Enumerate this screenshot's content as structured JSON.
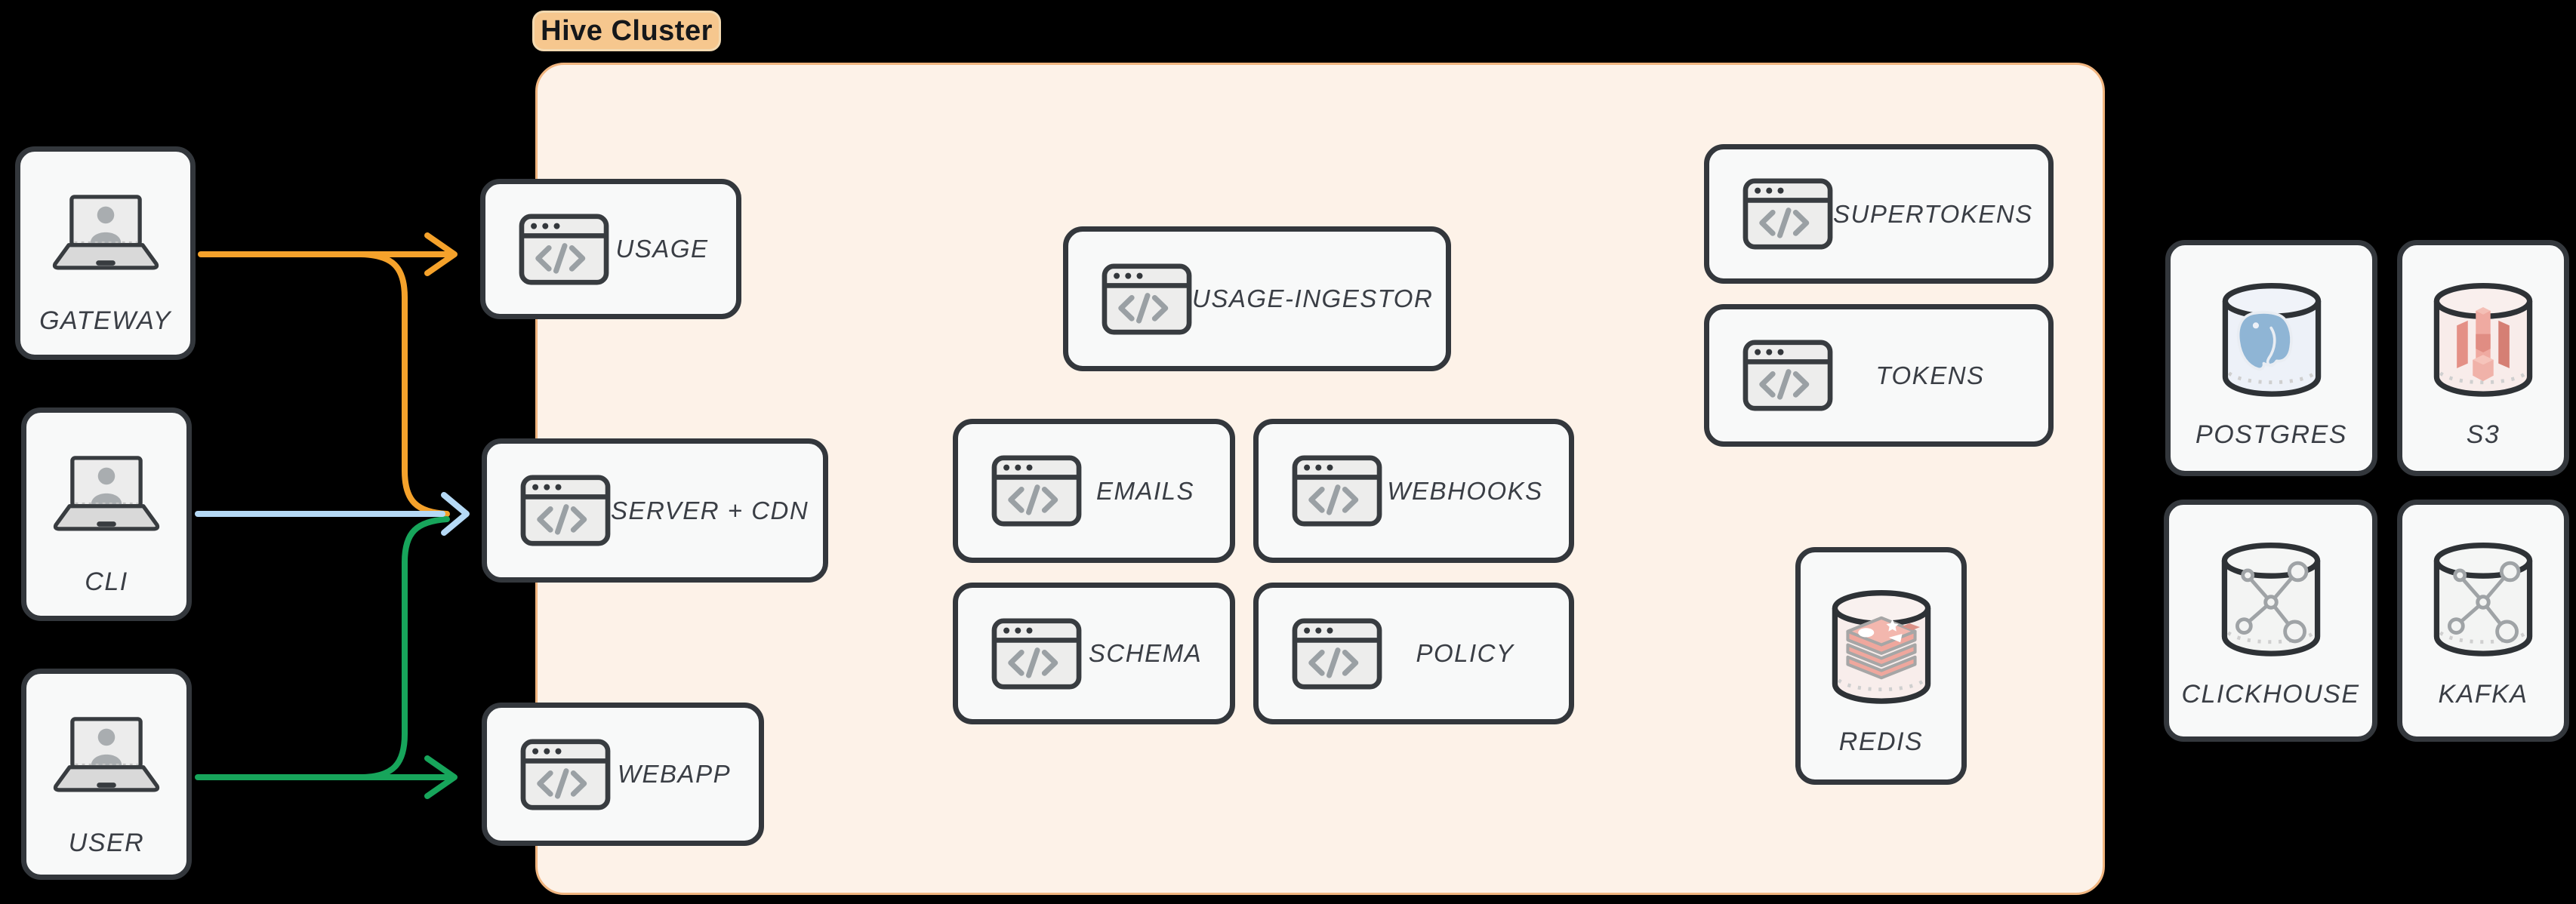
{
  "cluster": {
    "label": "Hive Cluster"
  },
  "actors": {
    "gateway": {
      "label": "GATEWAY",
      "icon": "laptop-user-icon"
    },
    "cli": {
      "label": "CLI",
      "icon": "laptop-user-icon"
    },
    "user": {
      "label": "USER",
      "icon": "laptop-user-icon"
    }
  },
  "services": {
    "usage": {
      "label": "USAGE",
      "icon": "code-window-icon"
    },
    "server_cdn": {
      "label": "SERVER + CDN",
      "icon": "code-window-icon"
    },
    "webapp": {
      "label": "WEBAPP",
      "icon": "code-window-icon"
    },
    "usage_ingestor": {
      "label": "USAGE-INGESTOR",
      "icon": "code-window-icon"
    },
    "emails": {
      "label": "EMAILS",
      "icon": "code-window-icon"
    },
    "webhooks": {
      "label": "WEBHOOKS",
      "icon": "code-window-icon"
    },
    "schema": {
      "label": "SCHEMA",
      "icon": "code-window-icon"
    },
    "policy": {
      "label": "POLICY",
      "icon": "code-window-icon"
    },
    "supertokens": {
      "label": "SUPERTOKENS",
      "icon": "code-window-icon"
    },
    "tokens": {
      "label": "TOKENS",
      "icon": "code-window-icon"
    }
  },
  "databases": {
    "redis": {
      "label": "REDIS",
      "icon": "redis-database-icon"
    },
    "postgres": {
      "label": "POSTGRES",
      "icon": "postgres-database-icon"
    },
    "s3": {
      "label": "S3",
      "icon": "s3-database-icon"
    },
    "clickhouse": {
      "label": "CLICKHOUSE",
      "icon": "clickhouse-database-icon"
    },
    "kafka": {
      "label": "KAFKA",
      "icon": "kafka-database-icon"
    }
  },
  "edges": [
    {
      "from": "GATEWAY",
      "to": "USAGE",
      "color": "#f5a22b"
    },
    {
      "from": "GATEWAY",
      "to": "SERVER + CDN",
      "color": "#f5a22b"
    },
    {
      "from": "CLI",
      "to": "SERVER + CDN",
      "color": "#b5d9f5"
    },
    {
      "from": "USER",
      "to": "SERVER + CDN",
      "color": "#17a55b"
    },
    {
      "from": "USER",
      "to": "WEBAPP",
      "color": "#17a55b"
    }
  ],
  "colors": {
    "background": "#000000",
    "node_fill": "#f8f9f9",
    "node_border": "#33373c",
    "cluster_fill": "#fdf2e8",
    "cluster_border": "#f1b57f",
    "badge_fill": "#f6c78e",
    "label_text": "#3a3e45",
    "arrow_orange": "#f5a22b",
    "arrow_blue": "#b5d9f5",
    "arrow_green": "#17a55b"
  }
}
